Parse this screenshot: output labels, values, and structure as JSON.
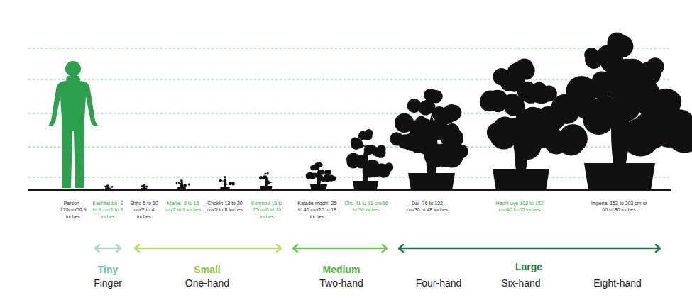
{
  "diagram": {
    "labels": [
      "Person - 170cm/66.9 inches",
      "Keshitsubo- 3 to 8 cm/1 to 3 inches",
      "Shito-5 to 10 cm/2 to 4 inches",
      "Mame- 5 to 15 cm/2 to 6 inches",
      "Chokin-13 to 20 cm/5 to 8 inches",
      "Komono-15 to 25cm/6 to 10 inches",
      "Katade-mochi- 25 to 46 cm/10 to 18 inches",
      "Chu-41 to 91 cm/16 to 36 inches",
      "Dai -76 to 122 cm/30 to 48 inches",
      "Hachi-uye-102 to 152 cm/40 to 60 inches",
      "Imperial-152 to 203 cm or 60 to 80 inches",
      "Tiny",
      "Finger",
      "Small",
      "One-hand",
      "Medium",
      "Two-hand",
      "Large",
      "Four-hand",
      "Six-hand",
      "Eight-hand"
    ]
  }
}
